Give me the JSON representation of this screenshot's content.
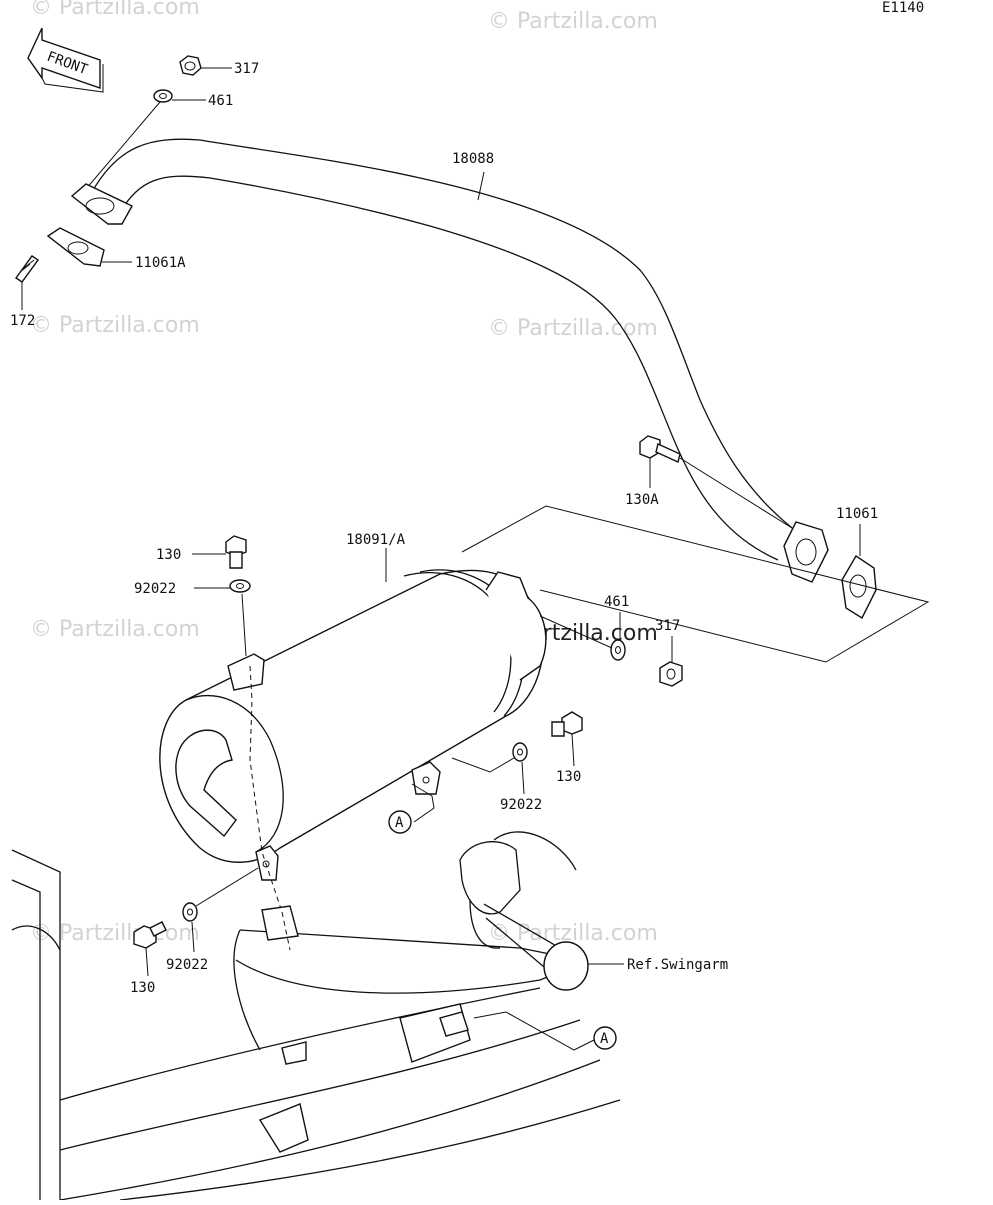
{
  "diagram_code": "E1140",
  "front_label": "FRONT",
  "watermark": "© Partzilla.com",
  "callouts": {
    "nut_317_top": "317",
    "washer_461_top": "461",
    "pipe_18088": "18088",
    "gasket_11061A": "11061A",
    "stud_172": "172",
    "bolt_130A": "130A",
    "gasket_11061": "11061",
    "muffler_18091A": "18091/A",
    "bolt_130_top": "130",
    "washer_92022_top": "92022",
    "washer_461_right": "461",
    "nut_317_right": "317",
    "bolt_130_right": "130",
    "washer_92022_right": "92022",
    "washer_92022_bottom": "92022",
    "bolt_130_bottom": "130",
    "ref_swingarm": "Ref.Swingarm",
    "ref_a_top": "A",
    "ref_a_bottom": "A"
  }
}
